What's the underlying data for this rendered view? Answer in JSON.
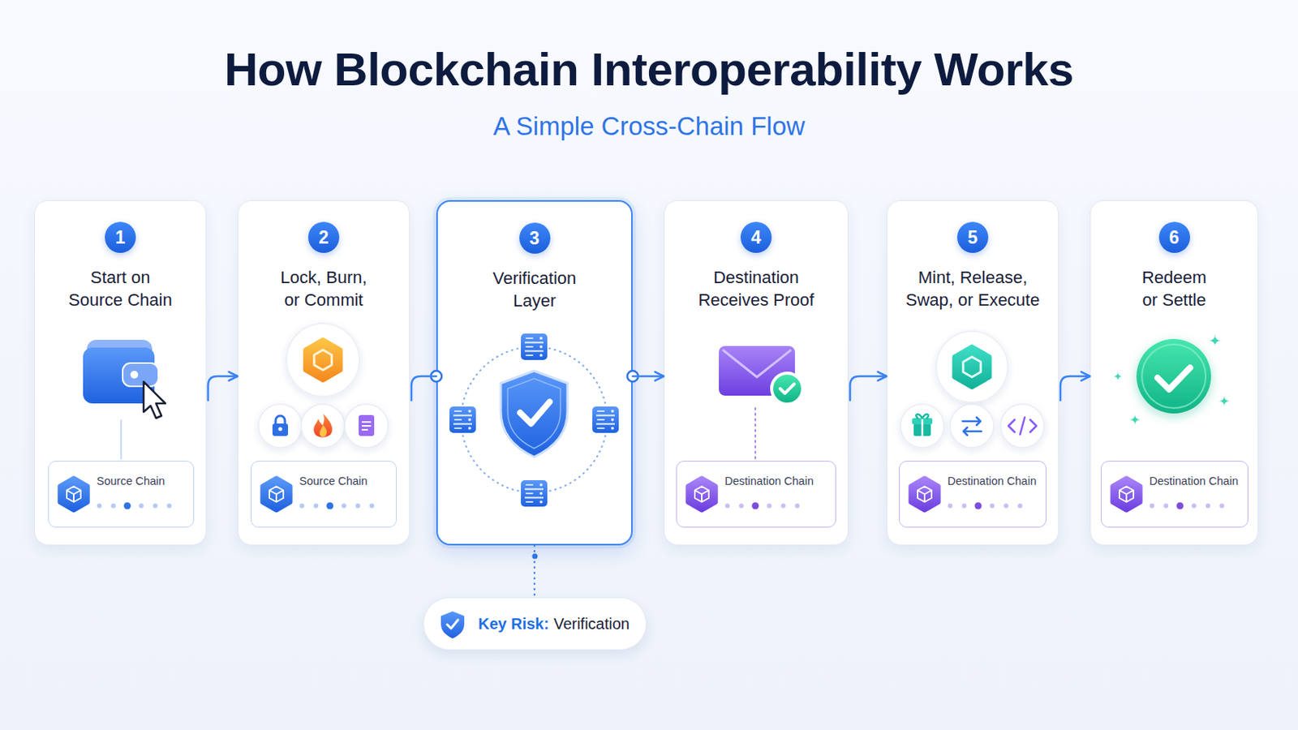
{
  "diagram": {
    "title": "How Blockchain Interoperability Works",
    "nodes": [
      {
        "text": [
          "1",
          "Start on Source Chain"
        ]
      },
      {
        "text": [
          "Source Chain"
        ],
        "in": 0
      },
      {
        "text": [
          "2",
          "Lock, Burn, or Commit"
        ]
      },
      {
        "text": [
          "Source Chain"
        ],
        "in": 2
      },
      {
        "text": [
          "3",
          "Verification Layer"
        ]
      },
      {
        "text": [
          "4",
          "Destination Receives Proof"
        ]
      },
      {
        "text": [
          "Destination Chain"
        ],
        "in": 5
      },
      {
        "text": [
          "5",
          "Mint, Release, Swap, or Execute"
        ]
      },
      {
        "text": [
          "Destination Chain"
        ],
        "in": 7
      },
      {
        "text": [
          "6",
          "Redeem or Settle"
        ]
      },
      {
        "text": [
          "Destination Chain"
        ],
        "in": 9
      },
      {
        "text": [
          "Key Risk:",
          "Verification"
        ]
      }
    ],
    "edges": [
      {
        "from": 0,
        "to": 2,
        "arrow": "to"
      },
      {
        "from": 2,
        "to": 4,
        "arrow": "none"
      },
      {
        "from": 4,
        "to": 5,
        "arrow": "to"
      },
      {
        "from": 5,
        "to": 7,
        "arrow": "to"
      },
      {
        "from": 7,
        "to": 9,
        "arrow": "to"
      },
      {
        "from": 4,
        "to": 11,
        "arrow": "none"
      }
    ],
    "labels": [
      "A Simple Cross-Chain Flow"
    ]
  }
}
